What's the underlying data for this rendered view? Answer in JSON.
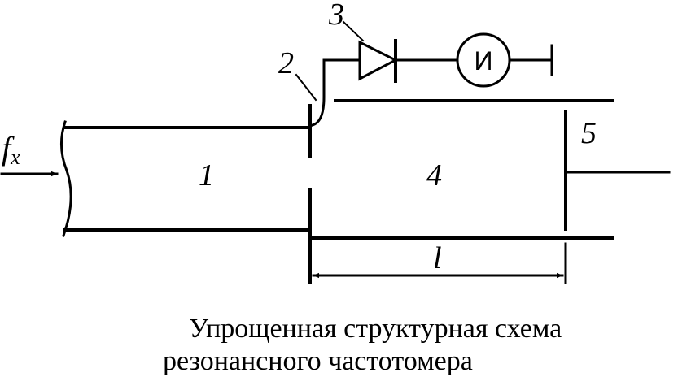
{
  "labels": {
    "input_signal_base": "f",
    "input_signal_sub": "x",
    "waveguide": "1",
    "coupling_loop": "2",
    "diode": "3",
    "resonator": "4",
    "plunger": "5",
    "length": "l",
    "meter": "И"
  },
  "caption": {
    "line1": "Упрощенная структурная схема",
    "line2": "резонансного частотомера"
  }
}
